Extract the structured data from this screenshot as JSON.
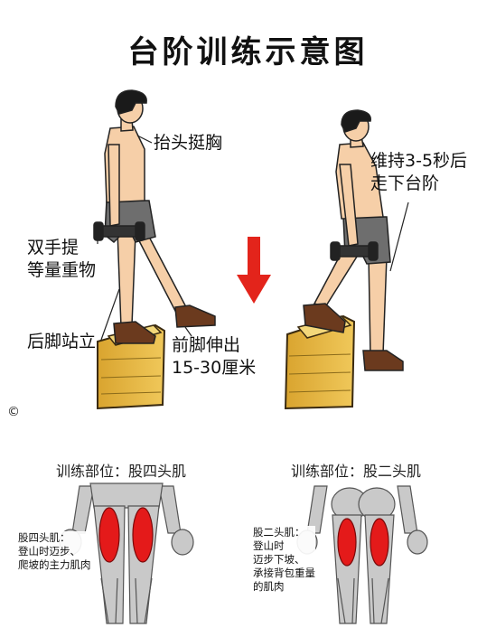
{
  "title": "台阶训练示意图",
  "left_figure": {
    "label_head": "抬头挺胸",
    "label_hands": [
      "双手提",
      "等量重物"
    ],
    "label_back_foot": "后脚站立",
    "label_front_foot": [
      "前脚伸出",
      "15-30厘米"
    ]
  },
  "right_figure": {
    "label_hold": [
      "维持3-5秒后",
      "走下台阶"
    ]
  },
  "arrow": {
    "color": "#e3241b"
  },
  "copyright": "©",
  "anatomy": [
    {
      "title": "训练部位：股四头肌",
      "label": [
        "股四头肌：",
        "登山时迈步、",
        "爬坡的主力肌肉"
      ]
    },
    {
      "title": "训练部位：股二头肌",
      "label": [
        "股二头肌：",
        "登山时",
        "迈步下坡、",
        "承接背包重量",
        "的肌肉"
      ]
    }
  ],
  "colors": {
    "muscle": "#e41a1a",
    "skin": "#f6cfa8",
    "shorts": "#6e6e6e",
    "step": "#e4b645",
    "body_gray": "#c9c9c9"
  }
}
